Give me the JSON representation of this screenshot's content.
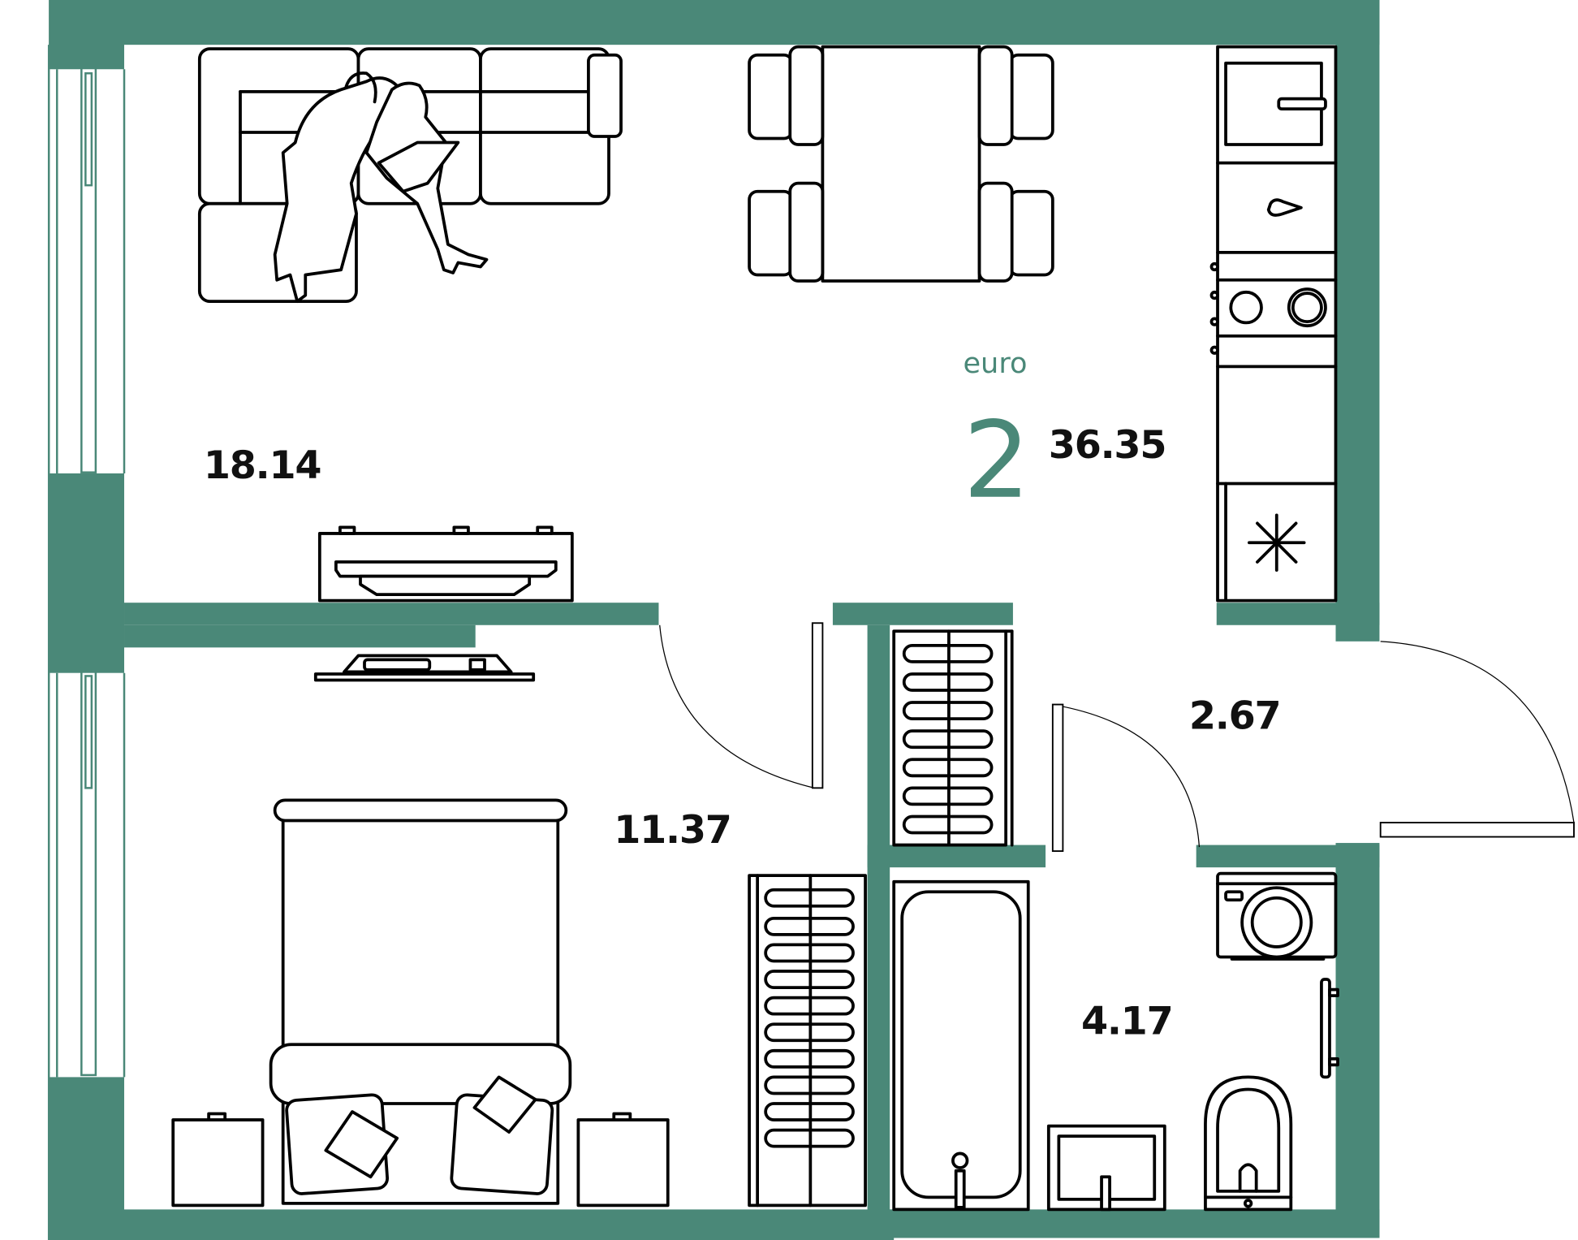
{
  "plan": {
    "apartment_type_label": "euro",
    "rooms_count": "2",
    "total_area": "36.35",
    "wall_color": "#4a8878",
    "rooms": [
      {
        "name": "living-kitchen",
        "area": "18.14"
      },
      {
        "name": "bedroom",
        "area": "11.37"
      },
      {
        "name": "hallway",
        "area": "2.67"
      },
      {
        "name": "bathroom",
        "area": "4.17"
      }
    ]
  }
}
